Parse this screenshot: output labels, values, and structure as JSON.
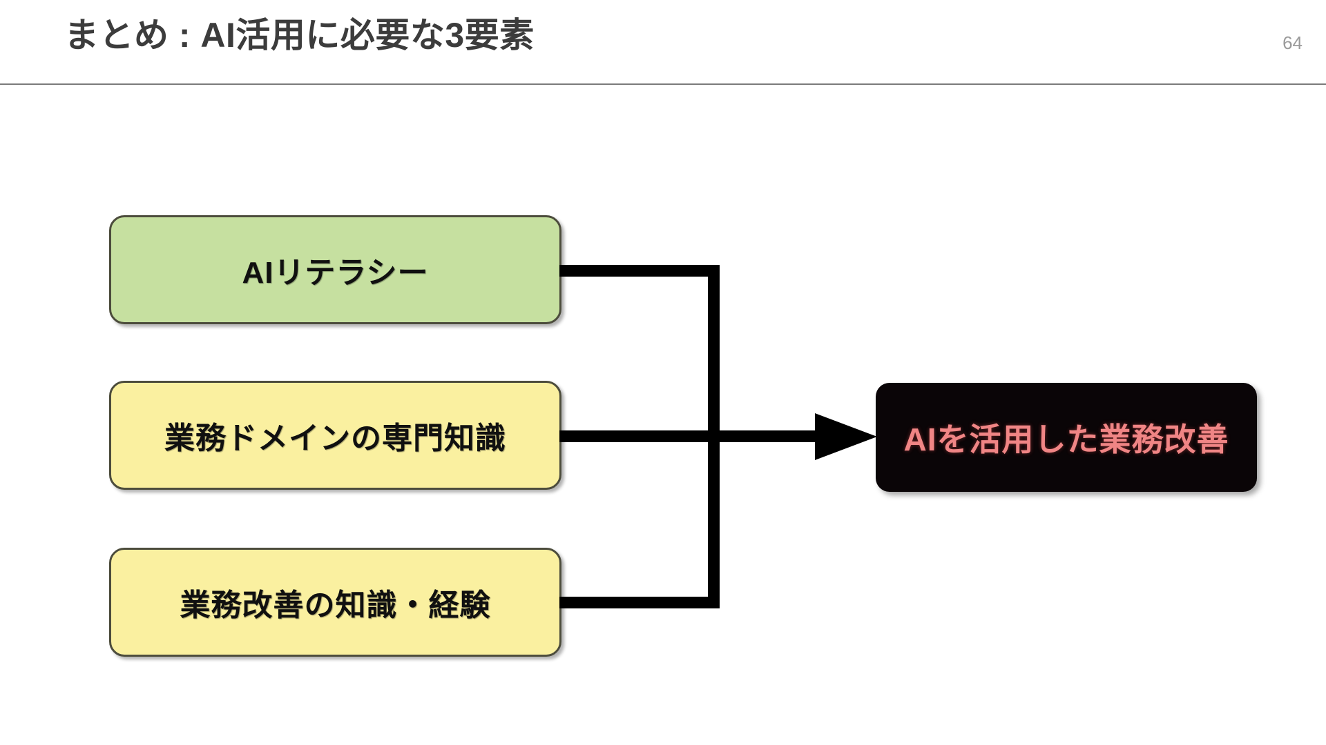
{
  "header": {
    "title": "まとめ : AI活用に必要な3要素",
    "page_number": "64",
    "title_color": "#3c3c3c",
    "page_number_color": "#9a9a9a",
    "divider_color": "#7a7a7a"
  },
  "diagram": {
    "type": "flow-diagram",
    "inputs": [
      {
        "id": "ai-literacy",
        "label": "AIリテラシー",
        "fill": "#c6e0a0",
        "border": "#4c4c3c",
        "text_color": "#101010"
      },
      {
        "id": "domain-knowledge",
        "label": "業務ドメインの専門知識",
        "fill": "#faf0a0",
        "border": "#4c4c3c",
        "text_color": "#101010"
      },
      {
        "id": "improvement-experience",
        "label": "業務改善の知識・経験",
        "fill": "#faf0a0",
        "border": "#4c4c3c",
        "text_color": "#101010"
      }
    ],
    "result": {
      "id": "result",
      "label": "AIを活用した業務改善",
      "fill": "#0a0507",
      "text_color": "#f08585"
    },
    "connector": {
      "style": "orthogonal-merge-arrow",
      "color": "#000000",
      "arrow": "solid-triangle-right"
    }
  }
}
